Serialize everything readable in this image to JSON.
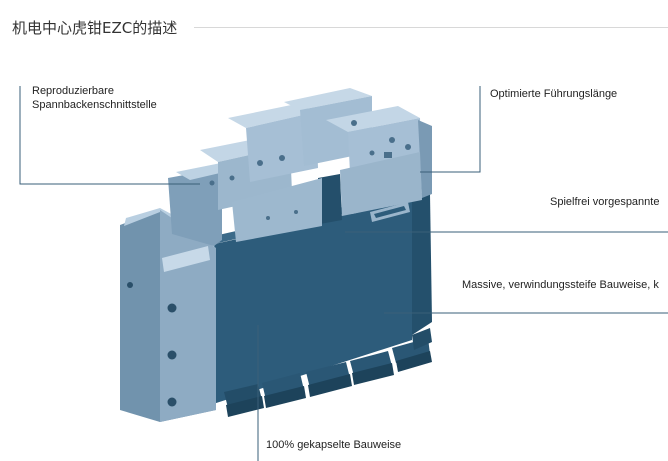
{
  "header": {
    "title": "机电中心虎钳EZC的描述"
  },
  "figure": {
    "callouts": {
      "reproduzierbar": {
        "line1": "Reproduzierbare",
        "line2": "Spannbackenschnittstelle"
      },
      "fuehrung": "Optimierte Führungslänge",
      "spielfrei": "Spielfrei vorgespannte",
      "massiv": "Massive, verwindungssteife Bauweise, k",
      "gekapselt": "100% gekapselte Bauweise"
    },
    "colors": {
      "dark_body": "#2d5c7b",
      "mid_body": "#41708f",
      "light_jaw": "#a6bfd5",
      "light_jaw_top": "#c3d6e6",
      "callout_line": "#3a5f78",
      "title_rule": "#d8d8d8"
    }
  }
}
